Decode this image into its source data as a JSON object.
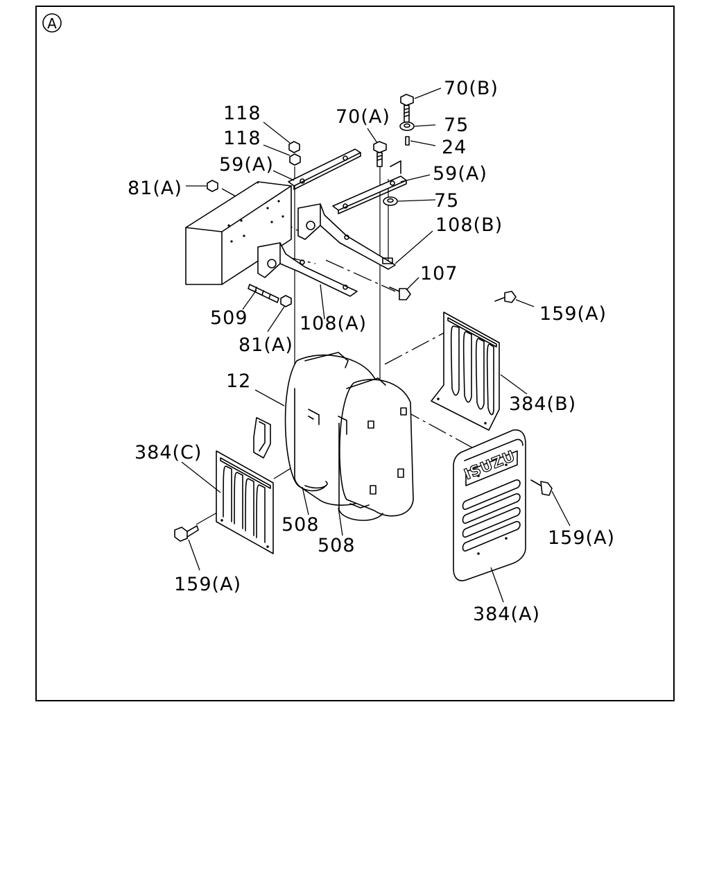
{
  "view_marker": "A",
  "callouts": [
    {
      "id": "c-70b",
      "text": "70(B)"
    },
    {
      "id": "c-70a",
      "text": "70(A)"
    },
    {
      "id": "c-118-top",
      "text": "118"
    },
    {
      "id": "c-118-bot",
      "text": "118"
    },
    {
      "id": "c-75-top",
      "text": "75"
    },
    {
      "id": "c-24",
      "text": "24"
    },
    {
      "id": "c-59a-left",
      "text": "59(A)"
    },
    {
      "id": "c-59a-right",
      "text": "59(A)"
    },
    {
      "id": "c-81a-top",
      "text": "81(A)"
    },
    {
      "id": "c-75-bot",
      "text": "75"
    },
    {
      "id": "c-108b",
      "text": "108(B)"
    },
    {
      "id": "c-107",
      "text": "107"
    },
    {
      "id": "c-159a-top",
      "text": "159(A)"
    },
    {
      "id": "c-509",
      "text": "509"
    },
    {
      "id": "c-108a",
      "text": "108(A)"
    },
    {
      "id": "c-81a-bot",
      "text": "81(A)"
    },
    {
      "id": "c-12",
      "text": "12"
    },
    {
      "id": "c-384b",
      "text": "384(B)"
    },
    {
      "id": "c-384c",
      "text": "384(C)"
    },
    {
      "id": "c-159a-right",
      "text": "159(A)"
    },
    {
      "id": "c-508-a",
      "text": "508"
    },
    {
      "id": "c-508-b",
      "text": "508"
    },
    {
      "id": "c-159a-left",
      "text": "159(A)"
    },
    {
      "id": "c-384a",
      "text": "384(A)"
    }
  ],
  "cover_logo": "ISUZU"
}
